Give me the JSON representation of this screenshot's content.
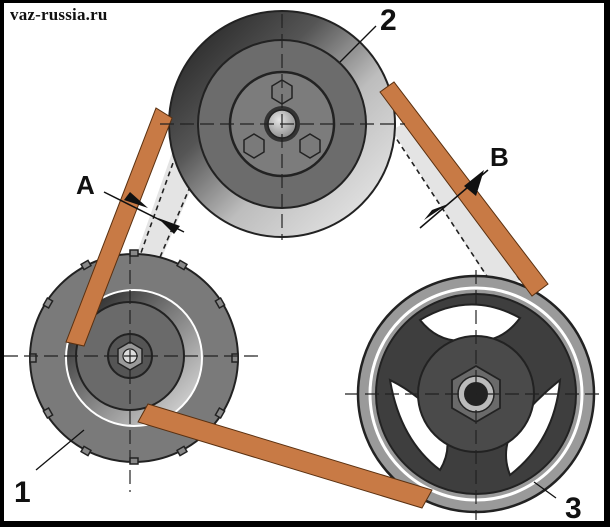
{
  "watermark": "vaz-russia.ru",
  "labels": {
    "pulley_1": "1",
    "pulley_2": "2",
    "pulley_3": "3",
    "deflection_a": "A",
    "deflection_b": "B"
  },
  "colors": {
    "belt": "#c87a45",
    "belt_outline": "#5a3010",
    "pulley_dark": "#3c3c3c",
    "pulley_mid": "#6e6e6e",
    "pulley_light": "#a8a8a8",
    "deflected_belt": "#e2e2e2"
  }
}
